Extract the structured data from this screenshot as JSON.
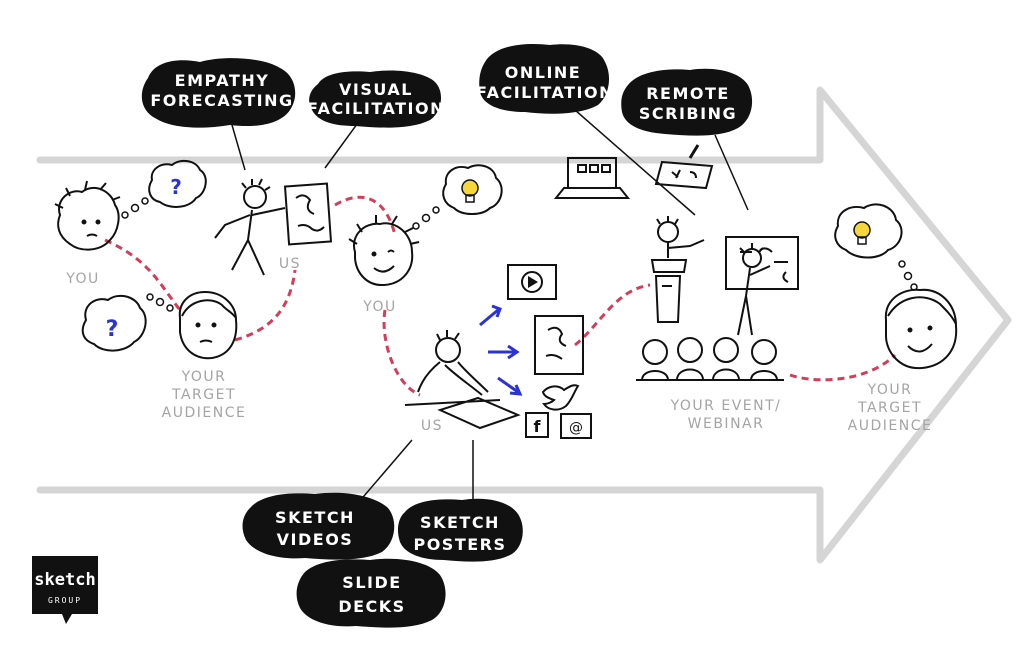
{
  "labels": {
    "empathy": [
      "EMPATHY",
      "FORECASTING"
    ],
    "visual": [
      "VISUAL",
      "FACILITATION"
    ],
    "online": [
      "ONLINE",
      "FACILITATION"
    ],
    "remote": [
      "REMOTE",
      "SCRIBING"
    ],
    "sketch_videos": [
      "SKETCH",
      "VIDEOS"
    ],
    "sketch_posters": [
      "SKETCH",
      "POSTERS"
    ],
    "slide_decks": [
      "SLIDE",
      "DECKS"
    ],
    "you_left": "YOU",
    "us_left": "US",
    "you_mid": "YOU",
    "us_mid": "US",
    "target_left": [
      "YOUR",
      "TARGET",
      "AUDIENCE"
    ],
    "event": [
      "YOUR EVENT/",
      "WEBINAR"
    ],
    "target_right": [
      "YOUR",
      "TARGET",
      "AUDIENCE"
    ],
    "question_mark": "?"
  },
  "logo": {
    "top": "sketch",
    "bottom": "GROUP"
  },
  "colors": {
    "ink": "#111111",
    "arrow": "#d5d5d5",
    "path": "#d23d5a",
    "accent": "#2b32d6",
    "bulb": "#f5d63b",
    "gray_text": "#a4a4a4"
  }
}
